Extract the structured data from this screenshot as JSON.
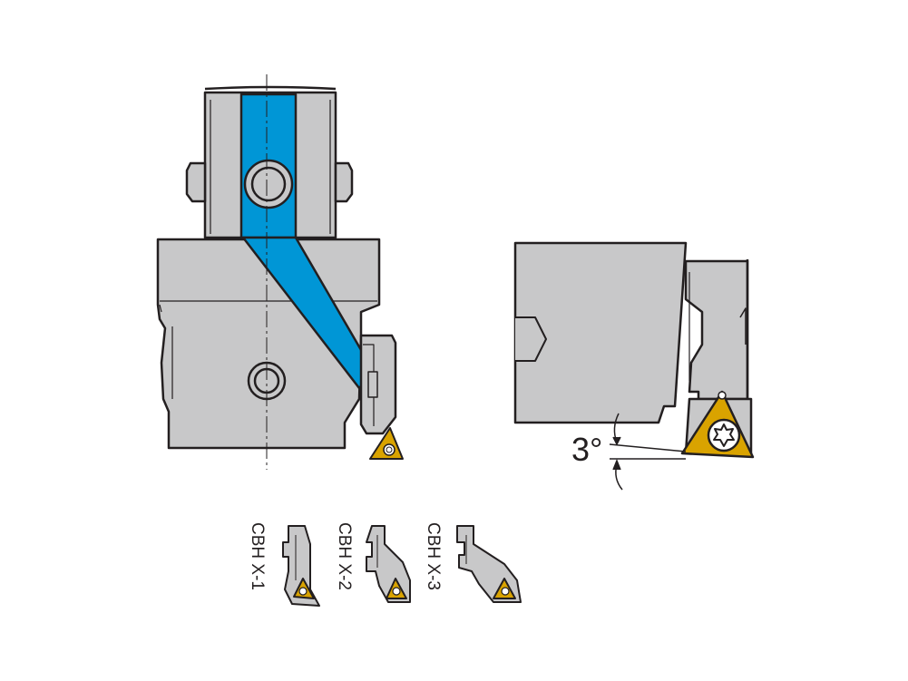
{
  "angle": {
    "label": "3°"
  },
  "variants": [
    {
      "label": "CBH X-1"
    },
    {
      "label": "CBH X-2"
    },
    {
      "label": "CBH X-3"
    }
  ],
  "colors": {
    "body": "#c8c8c9",
    "outline": "#231f20",
    "coolant": "#0096d6",
    "insert": "#d9a300",
    "insert_edge": "#8a6a00"
  }
}
